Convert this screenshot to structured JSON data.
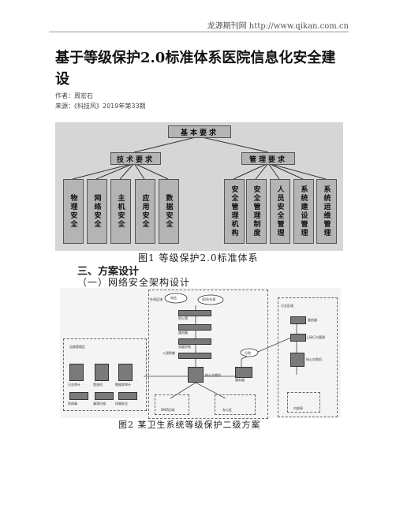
{
  "header": {
    "site": "龙源期刊网 http://www.qikan.com.cn"
  },
  "article": {
    "title": "基于等级保护2.0标准体系医院信息化安全建设",
    "author": "作者：周宏石",
    "source": "来源：《科技风》2019年第33期"
  },
  "figure1": {
    "root": "基本要求",
    "left_group": "技术要求",
    "right_group": "管理要求",
    "left_items": [
      "物理安全",
      "网络安全",
      "主机安全",
      "应用安全",
      "数据安全"
    ],
    "right_items": [
      "安全管理机构",
      "安全管理制度",
      "人员安全管理",
      "系统建设管理",
      "系统运维管理"
    ],
    "caption": "图1 等级保护2.0标准体系"
  },
  "section": {
    "heading": "三、方案设计",
    "subheading": "（一）网络安全架构设计"
  },
  "figure2": {
    "labels": {
      "outer_zone": "外网区域",
      "cloud1": "电信",
      "cloud2": "医保/社保",
      "firewall": "防火墙",
      "router": "路由器",
      "flow": "流量控制",
      "ips": "入侵防御",
      "core": "核心交换机",
      "server": "服务器",
      "dmz": "DMZ区域",
      "office": "办公区",
      "mgmt_zone": "运维管理区",
      "log": "日志审计",
      "fortress": "堡垒机",
      "db_audit": "数据库审计",
      "av": "防病毒",
      "scan": "漏洞扫描",
      "host_security": "终端安全",
      "branch": "分院",
      "dept_zone": "分支区域",
      "branch_router": "路由器",
      "branch_fw": "上网行为管理",
      "branch_core": "核心交换机",
      "branch_office": "内部网"
    },
    "caption": "图2 某卫生系统等级保护二级方案"
  }
}
